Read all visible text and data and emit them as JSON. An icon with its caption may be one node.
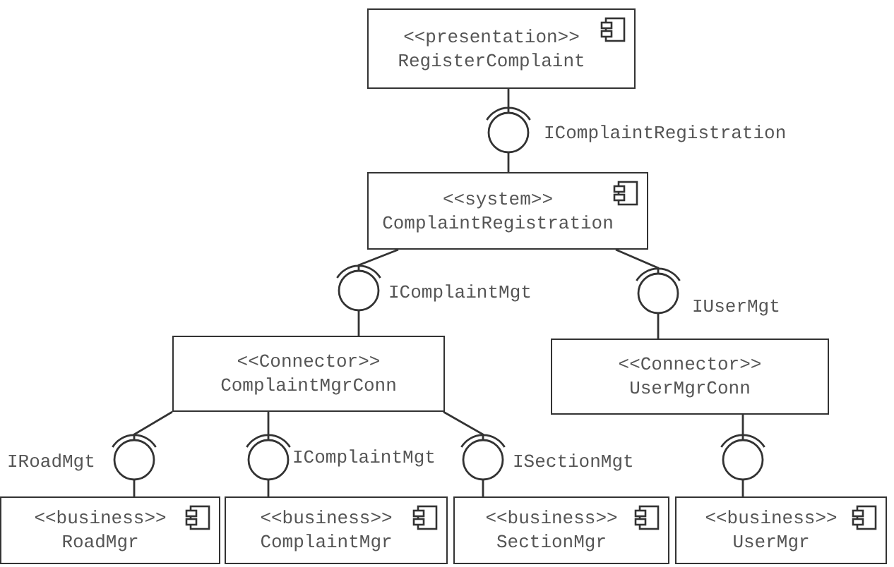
{
  "diagram": {
    "nodes": [
      {
        "text": [
          "<<presentation>>",
          "RegisterComplaint"
        ]
      },
      {
        "text": [
          "<<system>>",
          "ComplaintRegistration"
        ]
      },
      {
        "text": [
          "<<Connector>>",
          "ComplaintMgrConn"
        ]
      },
      {
        "text": [
          "<<Connector>>",
          "UserMgrConn"
        ]
      },
      {
        "text": [
          "<<business>>",
          "RoadMgr"
        ]
      },
      {
        "text": [
          "<<business>>",
          "ComplaintMgr"
        ]
      },
      {
        "text": [
          "<<business>>",
          "SectionMgr"
        ]
      },
      {
        "text": [
          "<<business>>",
          "UserMgr"
        ]
      }
    ],
    "edges": [
      {
        "from": 0,
        "to": 1,
        "arrow": "none",
        "label": "IComplaintRegistration"
      },
      {
        "from": 1,
        "to": 2,
        "arrow": "none",
        "label": "IComplaintMgt"
      },
      {
        "from": 1,
        "to": 3,
        "arrow": "none",
        "label": "IUserMgt"
      },
      {
        "from": 2,
        "to": 4,
        "arrow": "none",
        "label": "IRoadMgt"
      },
      {
        "from": 2,
        "to": 5,
        "arrow": "none",
        "label": "IComplaintMgt"
      },
      {
        "from": 2,
        "to": 6,
        "arrow": "none",
        "label": "ISectionMgt"
      },
      {
        "from": 3,
        "to": 7,
        "arrow": "none"
      }
    ]
  }
}
